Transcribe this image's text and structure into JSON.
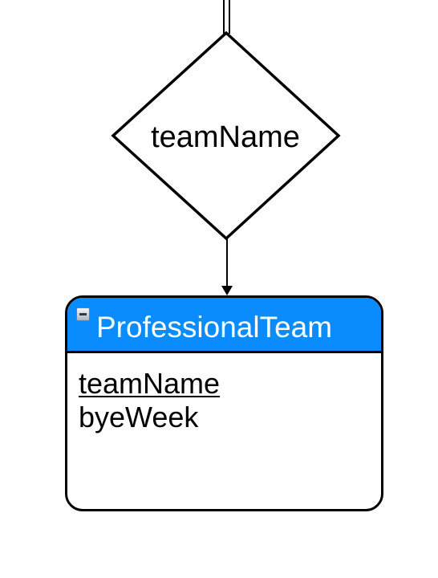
{
  "relationship": {
    "label": "teamName"
  },
  "entity": {
    "title": "ProfessionalTeam",
    "header_color": "#0a8cff",
    "collapse_icon": "collapse-minus-icon",
    "attributes": [
      {
        "name": "teamName",
        "is_key": true
      },
      {
        "name": "byeWeek",
        "is_key": false
      }
    ]
  }
}
